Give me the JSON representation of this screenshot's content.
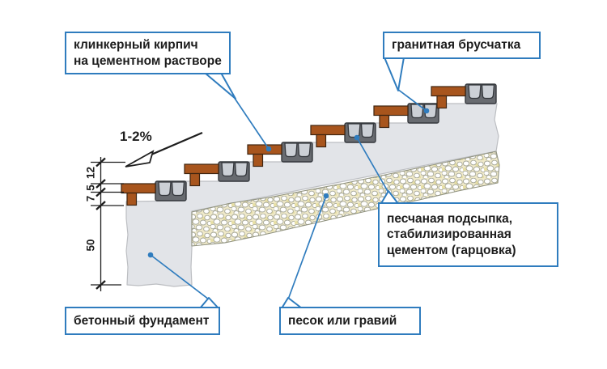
{
  "callouts": {
    "clinker_brick": "клинкерный кирпич\nна цементном растворе",
    "granite_pavers": "гранитная брусчатка",
    "sand_bedding": "песчаная подсыпка,\nстабилизированная\nцементом (гарцовка)",
    "sand_or_gravel": "песок или гравий",
    "concrete_foundation": "бетонный фундамент"
  },
  "annotations": {
    "slope": "1-2%",
    "dimensions": {
      "paver_course": "12",
      "bedding_layer": "5",
      "brick_course": "7",
      "foundation_depth": "50"
    }
  },
  "colors": {
    "accent": "#2f7cbe",
    "ink": "#1d1d1d",
    "brick": "#a8551d",
    "brick_edge": "#3e2410",
    "paver": "#ccd0d6",
    "tray": "#686b70",
    "tray_edge": "#35383d",
    "concrete": "#e2e4e8",
    "concrete_edge": "#bcbec2",
    "band_bg": "#efe9c9",
    "band_spot": "#e7dfa4",
    "band_edge": "#90927f",
    "pebble_stroke": "#a5a697"
  }
}
